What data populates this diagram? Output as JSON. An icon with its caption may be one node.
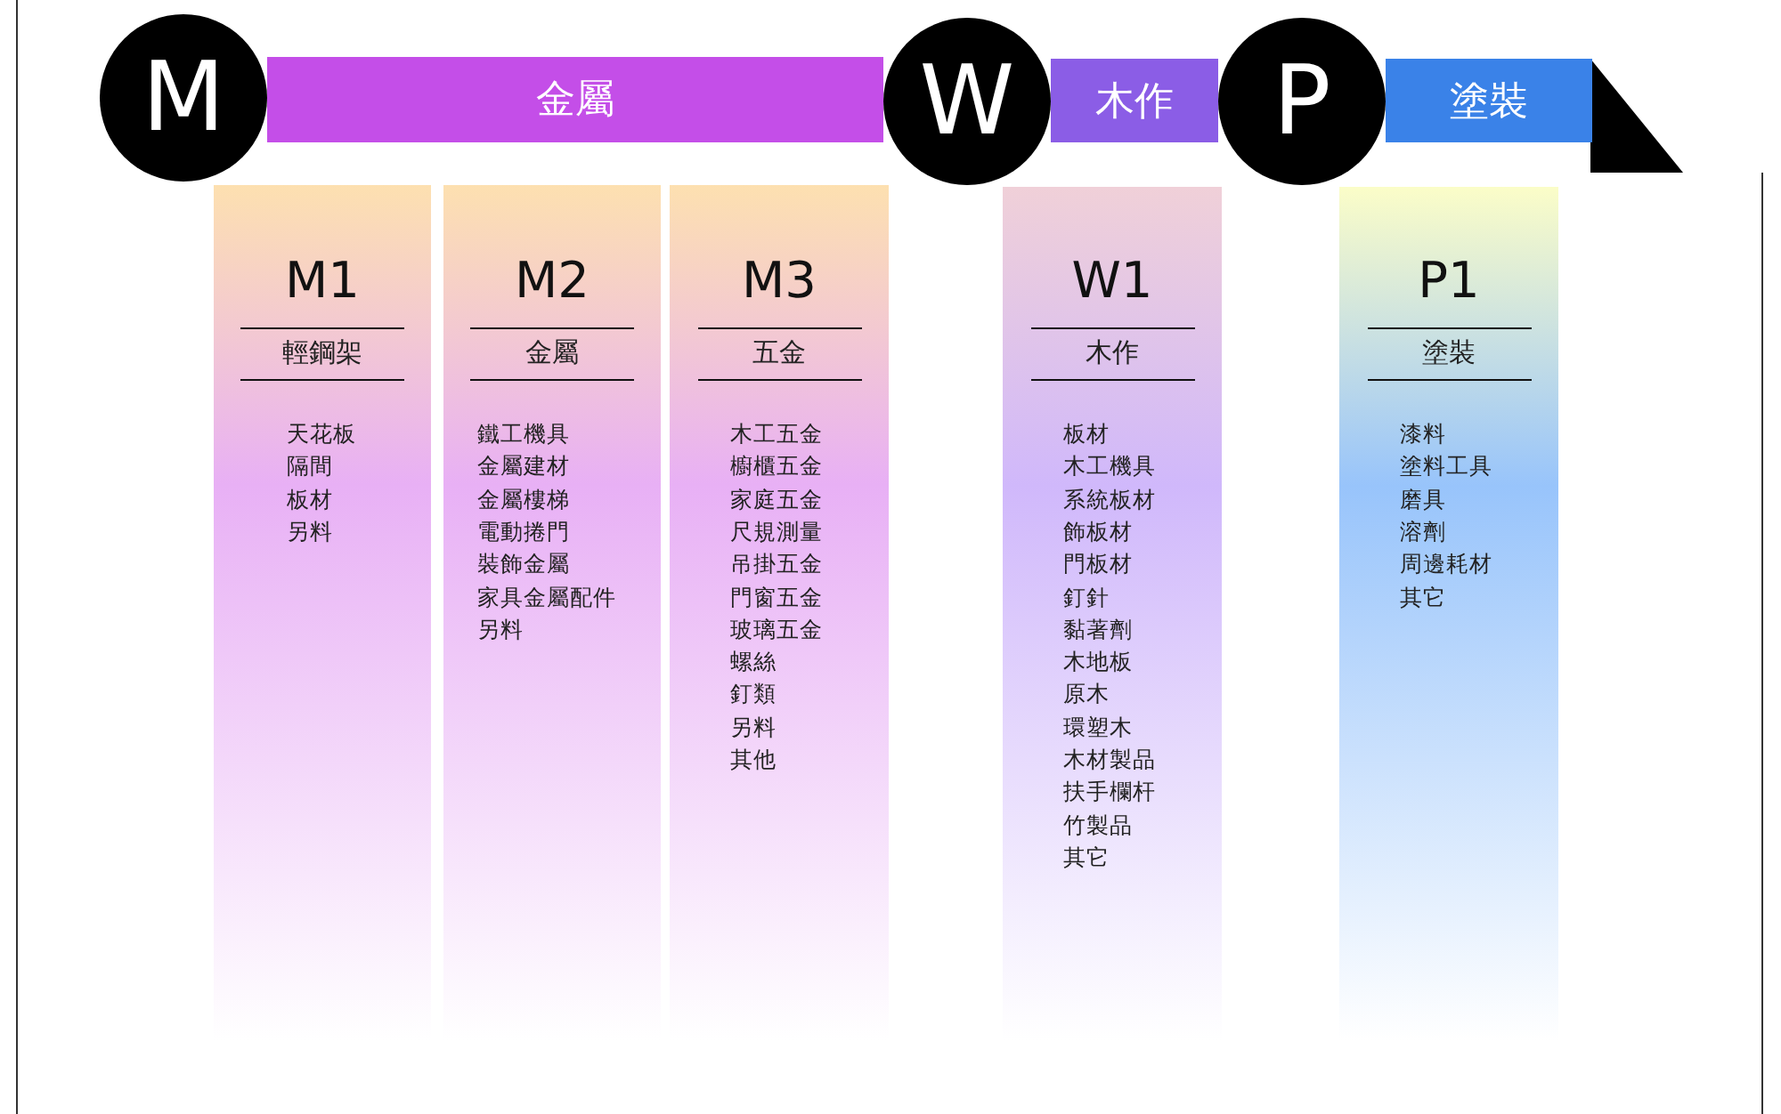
{
  "diagram": {
    "nodes": [
      {
        "text": [
          "M"
        ]
      },
      {
        "text": [
          "金屬"
        ]
      },
      {
        "text": [
          "W"
        ]
      },
      {
        "text": [
          "木作"
        ]
      },
      {
        "text": [
          "P"
        ]
      },
      {
        "text": [
          "塗裝"
        ]
      },
      {
        "text": [
          "M1",
          "輕鋼架",
          "天花板",
          "隔間",
          "板材",
          "另料"
        ]
      },
      {
        "text": [
          "M2",
          "金屬",
          "鐵工機具",
          "金屬建材",
          "金屬樓梯",
          "電動捲門",
          "裝飾金屬",
          "家具金屬配件",
          "另料"
        ]
      },
      {
        "text": [
          "M3",
          "五金",
          "木工五金",
          "櫥櫃五金",
          "家庭五金",
          "尺規測量",
          "吊掛五金",
          "門窗五金",
          "玻璃五金",
          "螺絲",
          "釘類",
          "另料",
          "其他"
        ]
      },
      {
        "text": [
          "W1",
          "木作",
          "板材",
          "木工機具",
          "系統板材",
          "飾板材",
          "門板材",
          "釘針",
          "黏著劑",
          "木地板",
          "原木",
          "環塑木",
          "木材製品",
          "扶手欄杆",
          "竹製品",
          "其它"
        ]
      },
      {
        "text": [
          "P1",
          "塗裝",
          "漆料",
          "塗料工具",
          "磨具",
          "溶劑",
          "周邊耗材",
          "其它"
        ]
      }
    ]
  }
}
